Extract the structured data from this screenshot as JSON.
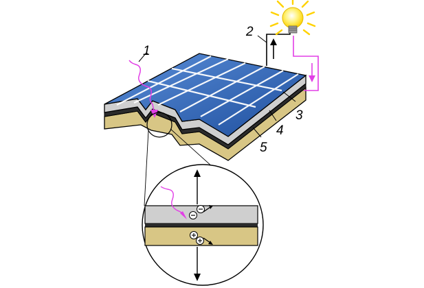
{
  "labels": {
    "photon": "1",
    "wire": "2",
    "layer_top": "3",
    "layer_junction": "4",
    "layer_bottom": "5"
  },
  "colors": {
    "cell_blue": "#3b6fc0",
    "cell_blue_dark": "#1f4f9e",
    "grid_lines": "#ffffff",
    "silicon_gray": "#cfcfcf",
    "junction_dark": "#2b2b2b",
    "base_tan": "#d8c685",
    "photon_magenta": "#e23ee6",
    "circuit_magenta": "#e23ee6",
    "bulb_yellow": "#ffe300"
  },
  "icons": [
    "light-bulb-icon",
    "electron-minus-icon",
    "hole-plus-icon"
  ]
}
